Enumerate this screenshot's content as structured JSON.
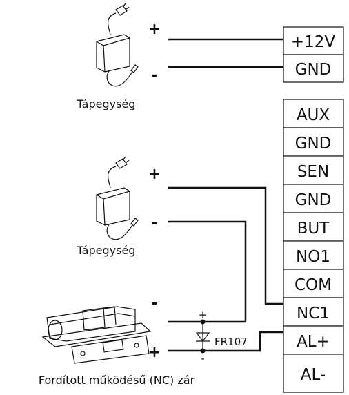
{
  "terminal_blocks": [
    {
      "terminals": [
        "+12V",
        "GND"
      ]
    },
    {
      "terminals": [
        "AUX",
        "GND",
        "SEN",
        "GND",
        "BUT",
        "NO1",
        "COM",
        "NC1",
        "AL+",
        "AL-"
      ]
    }
  ],
  "power_supplies": [
    {
      "label": "Tápegység",
      "plus_sign": "+",
      "minus_sign": "-"
    },
    {
      "label": "Tápegység",
      "plus_sign": "+",
      "minus_sign": "-"
    }
  ],
  "lock": {
    "label": "Fordított működésű (NC) zár",
    "minus_sign": "-",
    "plus_sign": "+"
  },
  "diode": {
    "label": "FR107",
    "plus_sign": "+",
    "minus_sign": "-"
  }
}
